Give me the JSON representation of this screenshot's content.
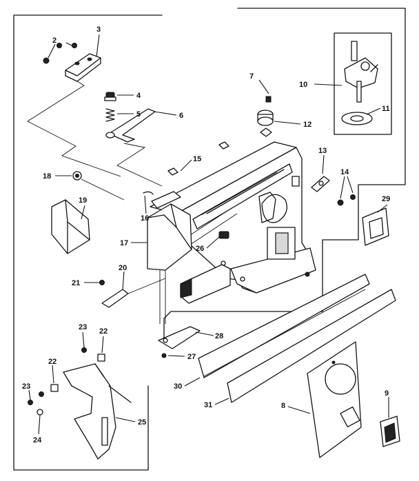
{
  "callouts": [
    {
      "id": "c2",
      "text": "2"
    },
    {
      "id": "c3",
      "text": "3"
    },
    {
      "id": "c4",
      "text": "4"
    },
    {
      "id": "c5",
      "text": "5"
    },
    {
      "id": "c6",
      "text": "6"
    },
    {
      "id": "c7",
      "text": "7"
    },
    {
      "id": "c8",
      "text": "8"
    },
    {
      "id": "c9",
      "text": "9"
    },
    {
      "id": "c10",
      "text": "10"
    },
    {
      "id": "c11",
      "text": "11"
    },
    {
      "id": "c12",
      "text": "12"
    },
    {
      "id": "c13",
      "text": "13"
    },
    {
      "id": "c14",
      "text": "14"
    },
    {
      "id": "c15",
      "text": "15"
    },
    {
      "id": "c16",
      "text": "16"
    },
    {
      "id": "c17",
      "text": "17"
    },
    {
      "id": "c18",
      "text": "18"
    },
    {
      "id": "c19",
      "text": "19"
    },
    {
      "id": "c20",
      "text": "20"
    },
    {
      "id": "c21",
      "text": "21"
    },
    {
      "id": "c22a",
      "text": "22"
    },
    {
      "id": "c22b",
      "text": "22"
    },
    {
      "id": "c23a",
      "text": "23"
    },
    {
      "id": "c23b",
      "text": "23"
    },
    {
      "id": "c24",
      "text": "24"
    },
    {
      "id": "c25",
      "text": "25"
    },
    {
      "id": "c26",
      "text": "26"
    },
    {
      "id": "c27",
      "text": "27"
    },
    {
      "id": "c28",
      "text": "28"
    },
    {
      "id": "c29",
      "text": "29"
    },
    {
      "id": "c30",
      "text": "30"
    },
    {
      "id": "c31",
      "text": "31"
    }
  ]
}
